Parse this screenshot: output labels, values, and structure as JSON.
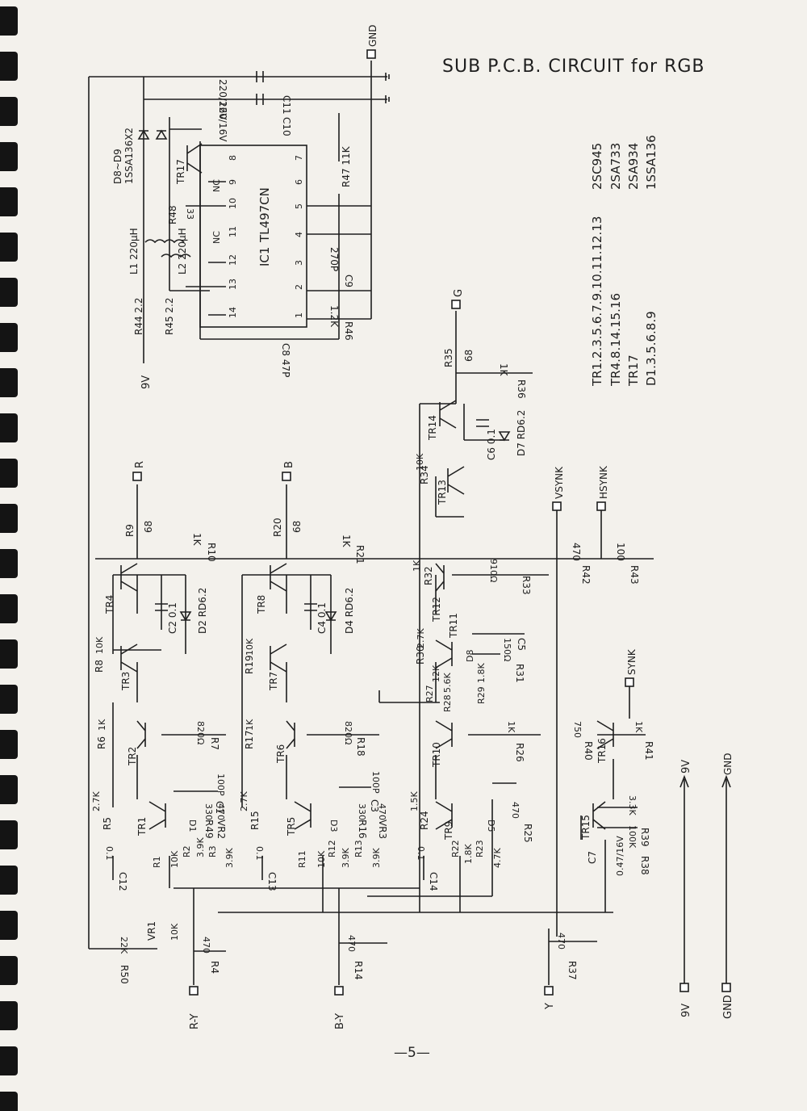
{
  "title": "SUB P.C.B. CIRCUIT for RGB",
  "page_number": "—5—",
  "legend": [
    {
      "devices": "TR1.2.3.5.6.7.9.10.11.12.13",
      "part": "2SC945"
    },
    {
      "devices": "TR4.8.14.15.16",
      "part": "2SA733"
    },
    {
      "devices": "TR17",
      "part": "2SA934"
    },
    {
      "devices": "D1.3.5.6.8.9",
      "part": "1SSA136"
    }
  ],
  "terminals": {
    "gnd_top": "GND",
    "r": "R",
    "b": "B",
    "g": "G",
    "vsynk": "VSYNK",
    "hsynk": "HSYNK",
    "synk": "SYNK",
    "ry": "R-Y",
    "by": "B-Y",
    "y": "Y",
    "v9": "9V",
    "gnd": "GND",
    "v9_arrow": "9V",
    "gnd_arrow": "GND",
    "v9_ic": "9V"
  },
  "ic": {
    "ref": "IC1",
    "part": "TL497CN",
    "nc1": "NC",
    "nc2": "NC",
    "pins_top": [
      "8",
      "9",
      "10",
      "11",
      "12",
      "13",
      "14"
    ],
    "pins_bottom": [
      "7",
      "6",
      "5",
      "4",
      "3",
      "2",
      "1"
    ]
  },
  "labels": {
    "c11": "C11",
    "c11v": "220/16V",
    "c10": "C10",
    "c10v": "220/16V",
    "d8d9": "D8~D9",
    "d8d9p": "1SSA136X2",
    "tr17": "TR17",
    "r47": "R47 11K",
    "r48": "R48",
    "r48v": "33",
    "l1": "L1 220μH",
    "l2": "L2 220μH",
    "r44": "R44 2.2",
    "r45": "R45 2.2",
    "c9": "C9",
    "c9v": "270P",
    "r46": "R46",
    "r46v": "1.2K",
    "c8": "C8 47P",
    "r35": "R35",
    "r35v": "68",
    "r36": "R36",
    "r36v": "1K",
    "tr14": "TR14",
    "c6": "C6 0.1",
    "d7": "D7 RD6.2",
    "r34": "R34",
    "r34v": "10K",
    "tr13": "TR13",
    "r9": "R9",
    "r9v": "68",
    "r20": "R20",
    "r20v": "68",
    "r10": "R10",
    "r10v": "1K",
    "r21": "R21",
    "r21v": "1K",
    "r42": "R42",
    "r42v": "470",
    "r43": "R43",
    "r43v": "100",
    "r32": "R32",
    "r32v": "1K",
    "r33": "R33",
    "r33v": "910Ω",
    "tr12": "TR12",
    "tr4": "TR4",
    "c2": "C2 0.1",
    "d2": "D2 RD6.2",
    "tr8": "TR8",
    "c4": "C4 0.1",
    "d4": "D4 RD6.2",
    "r8": "R8",
    "r8v": "10K",
    "tr3": "TR3",
    "r19": "R19",
    "r19v": "10K",
    "tr7": "TR7",
    "r30": "R30",
    "r30v": "2.7K",
    "tr11": "TR11",
    "c5": "C5",
    "r31": "R31",
    "r31v": "150Ω",
    "d8": "D8",
    "r27": "R27",
    "r27v": "12K",
    "r28": "R28",
    "r28v": "5.6K",
    "r29": "R29",
    "r29v": "1.8K",
    "r6": "R6",
    "r6v": "1K",
    "tr2": "TR2",
    "r7": "R7",
    "r7v": "820Ω",
    "r17": "R17",
    "r17v": "1K",
    "tr6": "TR6",
    "r18": "R18",
    "r18v": "820Ω",
    "tr10": "TR10",
    "r26": "R26",
    "r26v": "1K",
    "r40": "R40",
    "r40v": "750",
    "r41": "R41",
    "r41v": "1K",
    "tr16": "TR16",
    "c1": "C1",
    "c1v": "100P",
    "c3": "C3",
    "c3v": "100P",
    "r5": "R5",
    "r5v": "2.7K",
    "tr1": "TR1",
    "d1": "D1",
    "vr2": "VR2",
    "vr2v": "470",
    "r49": "R49",
    "r49v": "330",
    "r15": "R15",
    "r15v": "2.7K",
    "tr5": "TR5",
    "d3": "D3",
    "vr3": "VR3",
    "vr3v": "470",
    "r16": "R16",
    "r16v": "330",
    "r24": "R24",
    "r24v": "1.5K",
    "tr9": "TR9",
    "d5": "D5",
    "r25": "R25",
    "r25v": "470",
    "r39": "R39",
    "r39v": "3.3K",
    "r38": "R38",
    "r38v": "100K",
    "tr15": "TR15",
    "c7": "C7",
    "c7v": "0.47/16V",
    "c12": "C12",
    "c12v": "0.1",
    "c13": "C13",
    "c13v": "0.1",
    "c14": "C14",
    "c14v": "0.1",
    "r1": "R1",
    "r1v": "10K",
    "r2": "R2",
    "r2v": "3.9K",
    "r3": "R3",
    "r3v": "3.9K",
    "r11": "R11",
    "r11v": "10K",
    "r12": "R12",
    "r12v": "3.9K",
    "r13": "R13",
    "r13v": "3.9K",
    "r22": "R22",
    "r22v": "1.8K",
    "r23": "R23",
    "r23v": "4.7K",
    "r50": "R50",
    "r50v": "22K",
    "vr1": "VR1",
    "vr1v": "10K",
    "r4": "R4",
    "r4v": "470",
    "r14": "R14",
    "r14v": "470",
    "r37": "R37",
    "r37v": "470"
  }
}
